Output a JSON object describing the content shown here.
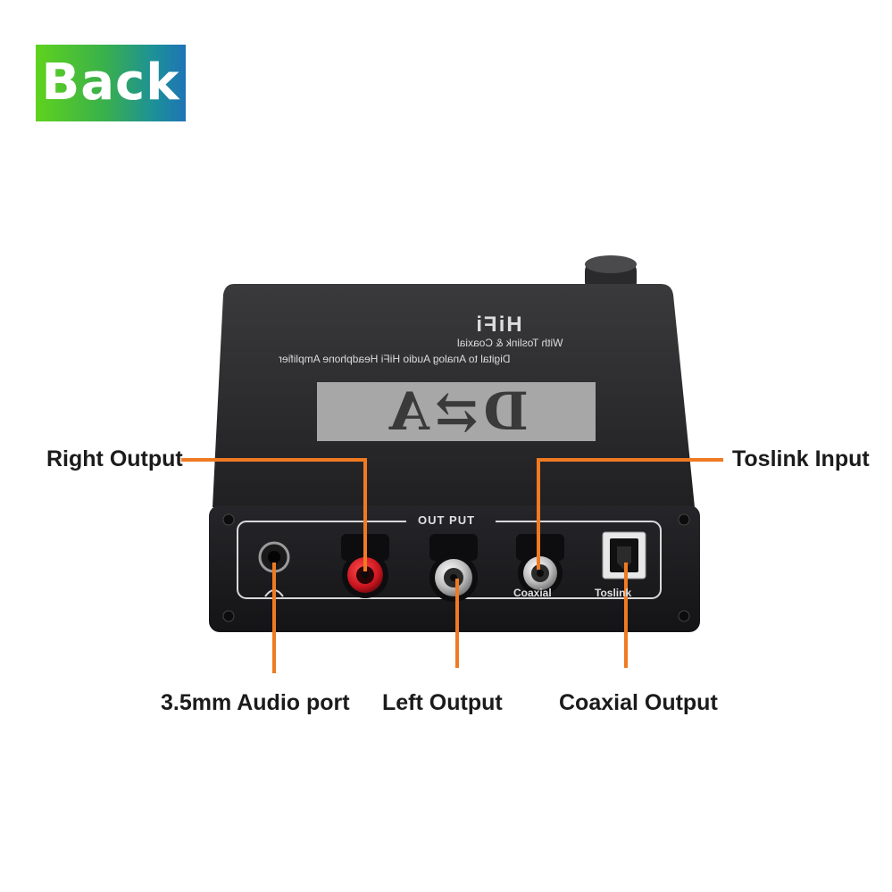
{
  "badge": {
    "label": "Back"
  },
  "device": {
    "top_mark": "HiFi",
    "top_line1": "With Toslink & Coaxial",
    "top_line2": "Digital to Analog Audio HiFi Headphone Amplifier",
    "logo": "D⇄A",
    "panel_output_label": "OUT PUT",
    "panel_coaxial_label": "Coaxial",
    "panel_toslink_label": "Toslink"
  },
  "callouts": {
    "right_output": "Right Output",
    "toslink_input": "Toslink Input",
    "audio_port": "3.5mm Audio port",
    "left_output": "Left Output",
    "coaxial_output": "Coaxial Output"
  },
  "colors": {
    "callout_line": "#f07a22",
    "badge_start": "#5fd21d",
    "badge_end": "#1f74b6",
    "device_body": "#2c2c2e",
    "rca_red": "#c8141e"
  }
}
